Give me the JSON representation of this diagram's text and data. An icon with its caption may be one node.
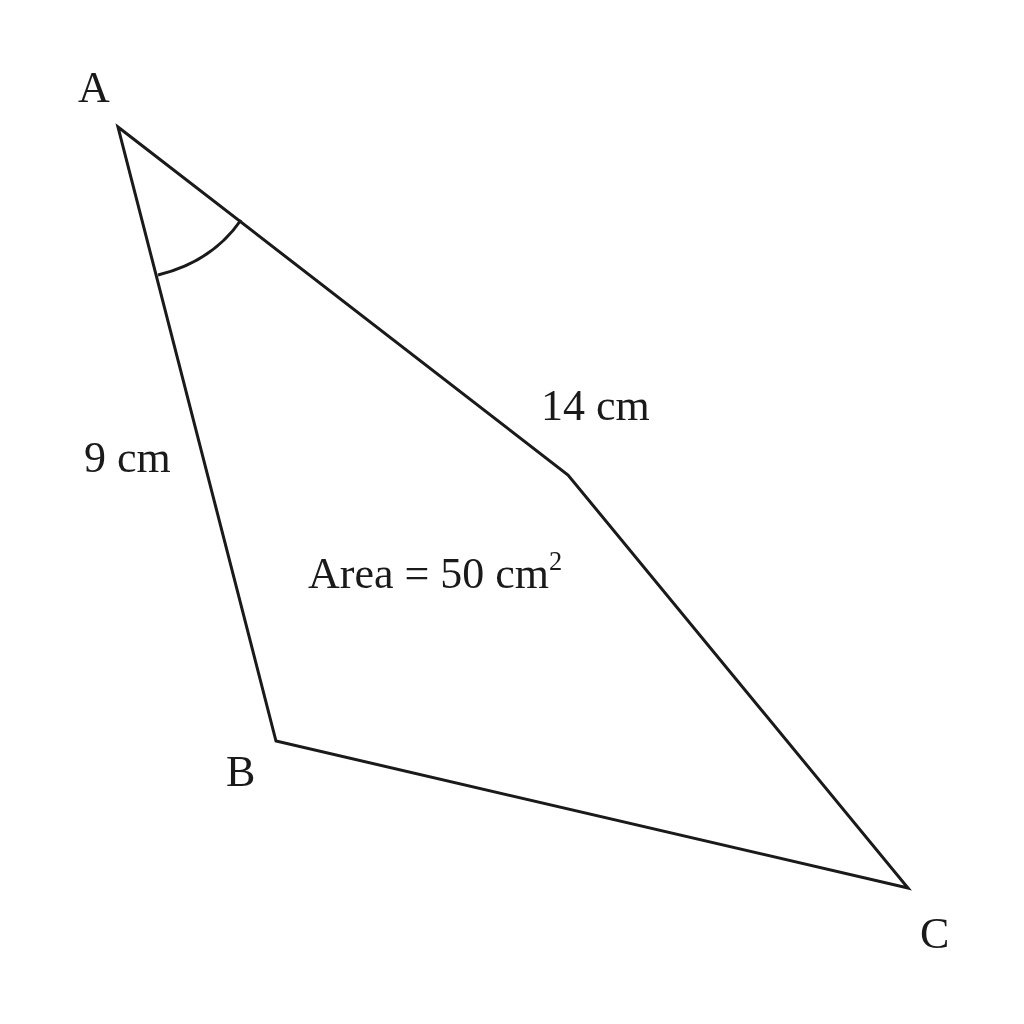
{
  "diagram": {
    "labels": [
      "A",
      "14 cm",
      "9 cm",
      "Area = 50 cm$^{2}$",
      "B",
      "C"
    ]
  }
}
